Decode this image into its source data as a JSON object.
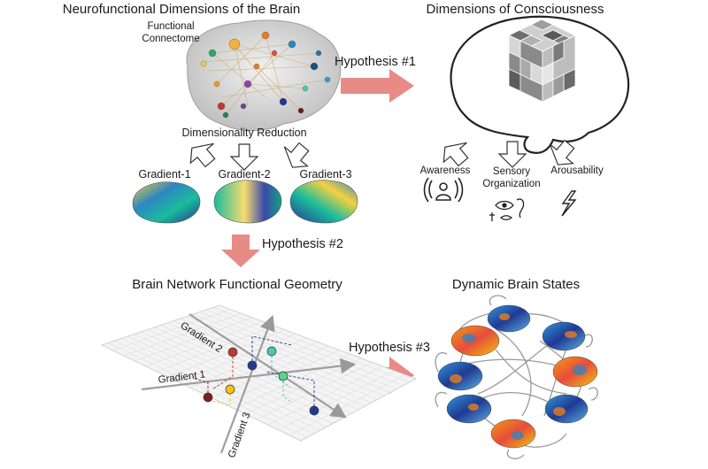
{
  "titles": {
    "neuro": "Neurofunctional Dimensions of the Brain",
    "consciousness": "Dimensions of Consciousness",
    "geometry": "Brain Network Functional Geometry",
    "dynamic": "Dynamic Brain States"
  },
  "connectome": {
    "label_line1": "Functional",
    "label_line2": "Connectome"
  },
  "dimensionality_reduction": "Dimensionality Reduction",
  "gradients": [
    "Gradient-1",
    "Gradient-2",
    "Gradient-3"
  ],
  "hypotheses": [
    "Hypothesis #1",
    "Hypothesis #2",
    "Hypothesis #3"
  ],
  "consciousness_dims": {
    "awareness": "Awareness",
    "sensory_line1": "Sensory",
    "sensory_line2": "Organization",
    "arousability": "Arousability"
  },
  "axes": {
    "g1": "Gradient 1",
    "g2": "Gradient 2",
    "g3": "Gradient 3"
  },
  "colors": {
    "arrow": "#e88a85",
    "red_node": "#c0392b",
    "blue_node": "#1f3a93",
    "yellow_node": "#f1c40f",
    "teal_node": "#48c9b0",
    "green_node": "#58d68d",
    "darkred_node": "#7b1f1f"
  },
  "icons": [
    "brain-outline-icon",
    "cube-icon",
    "awareness-person-icon",
    "eye-ear-mouth-icon",
    "lightning-icon"
  ]
}
